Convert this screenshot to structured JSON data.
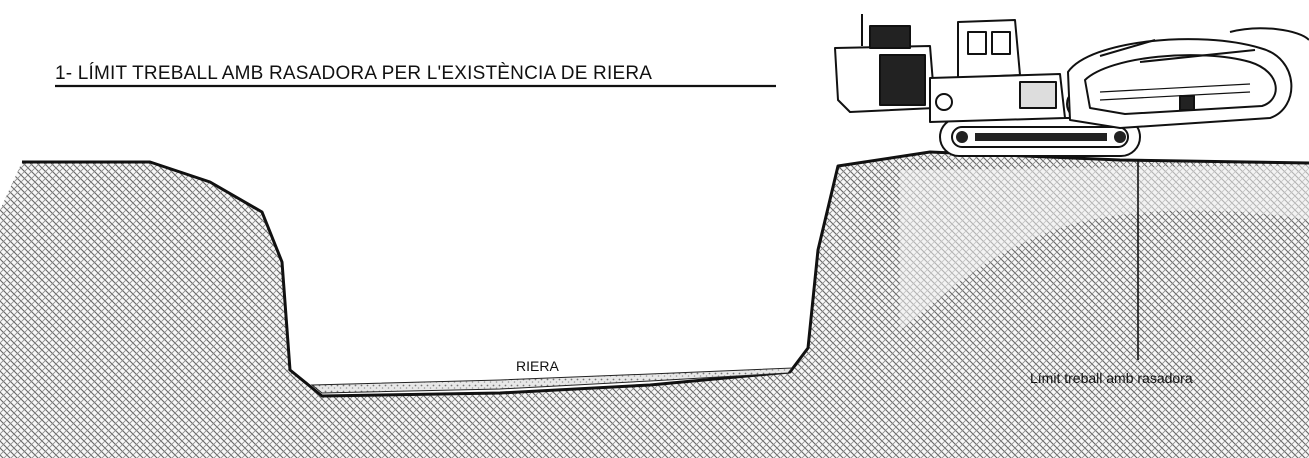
{
  "title": "1- LÍMIT TREBALL AMB RASADORA PER L'EXISTÈNCIA DE RIERA",
  "labels": {
    "stream": "RIERA",
    "limit_callout": "Límit treball amb rasadora"
  },
  "colors": {
    "ink": "#111111",
    "ground_hatch": "#6f6f6f",
    "gravel": "#9a9a9a",
    "background": "#ffffff"
  },
  "icons": {
    "machine": "trencher-excavator-icon"
  }
}
